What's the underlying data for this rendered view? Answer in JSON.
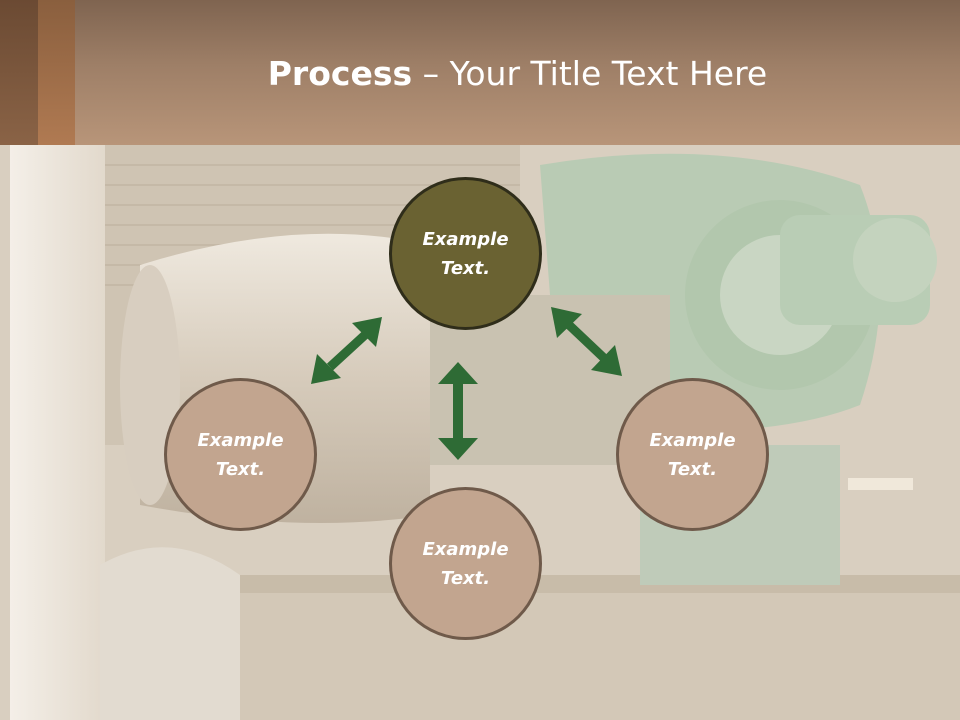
{
  "slide": {
    "title_bold": "Process",
    "title_rest": " – Your Title Text Here"
  },
  "nodes": {
    "top": {
      "line1": "Example",
      "line2": "Text."
    },
    "left": {
      "line1": "Example",
      "line2": "Text."
    },
    "right": {
      "line1": "Example",
      "line2": "Text."
    },
    "bottom": {
      "line1": "Example",
      "line2": "Text."
    }
  },
  "colors": {
    "header": "#9e7f67",
    "node_highlight": "#6a6232",
    "node_default": "#c2a58f",
    "arrow": "#2e6b35"
  },
  "icons": {
    "arrows": "double-headed-arrow-icon"
  }
}
